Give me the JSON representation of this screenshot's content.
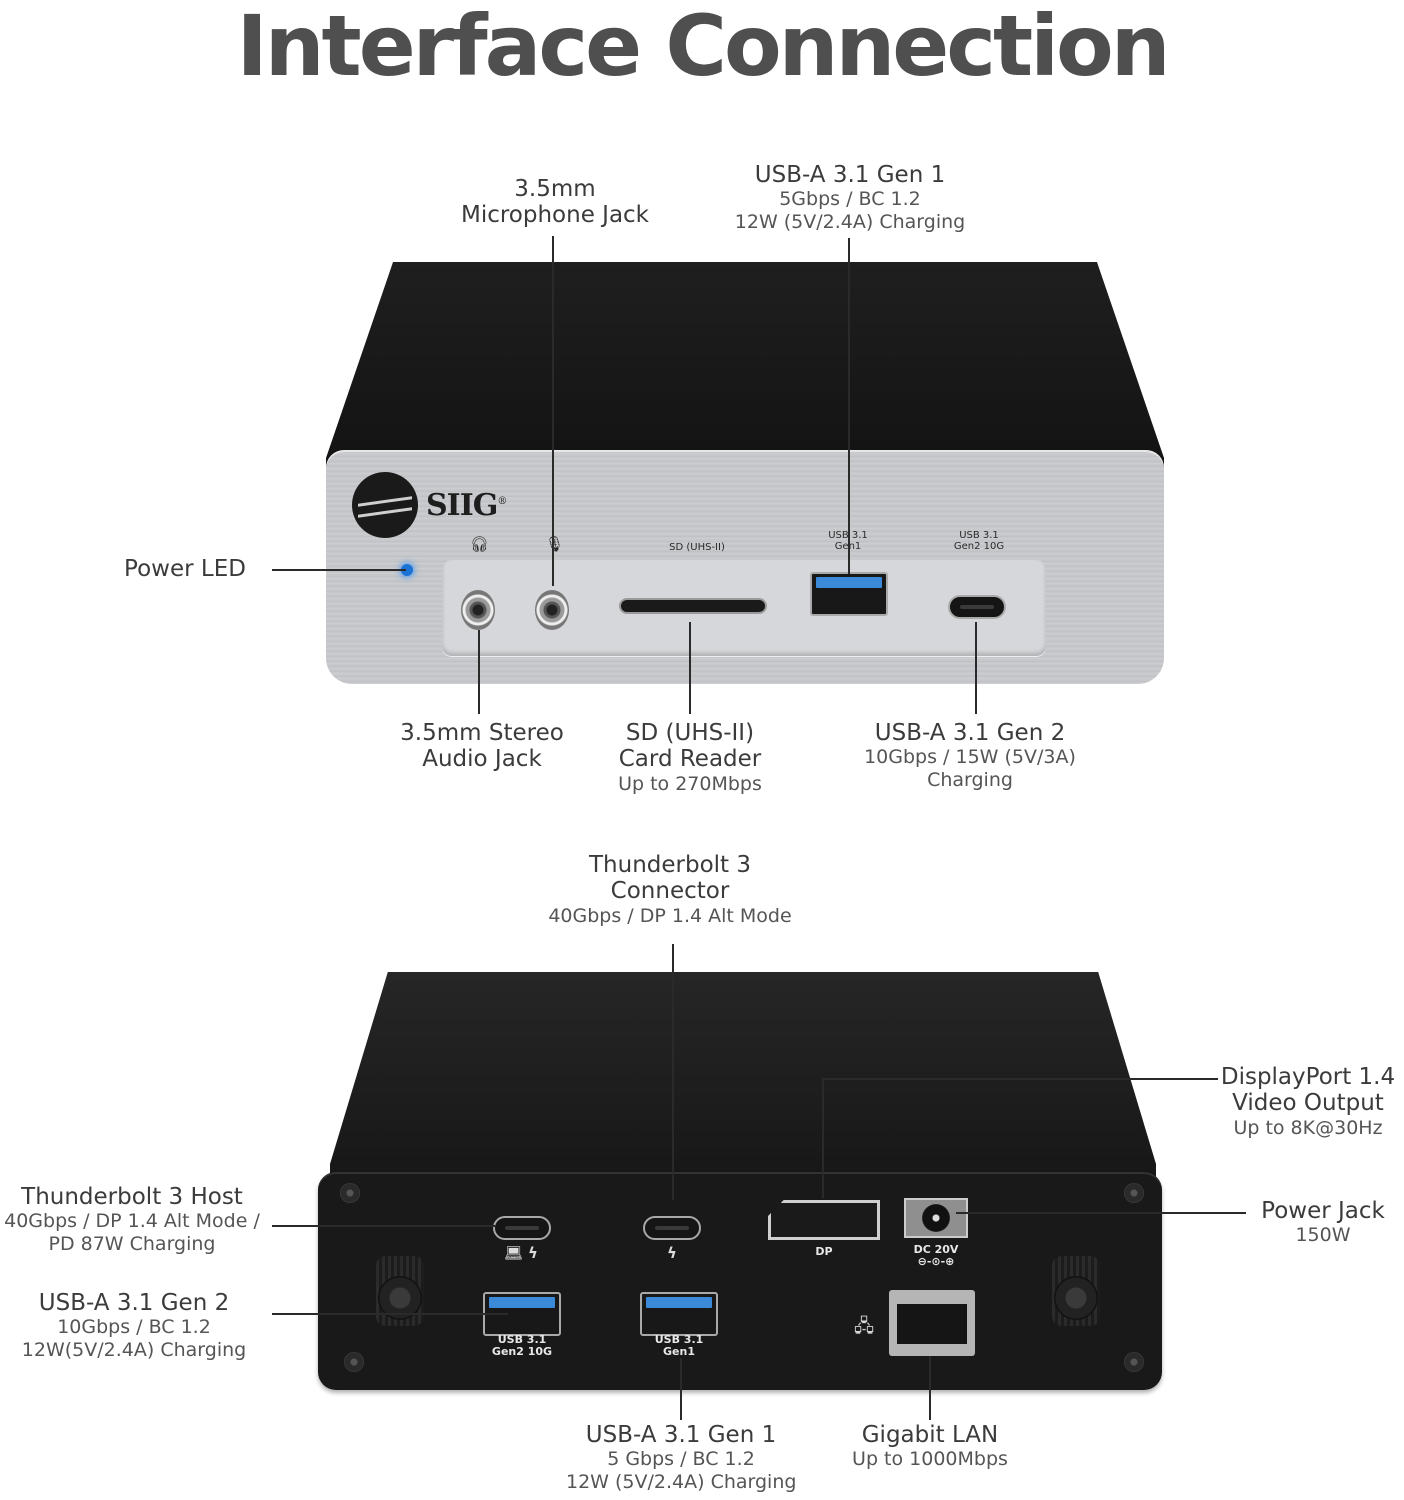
{
  "title": "Interface Connection",
  "front": {
    "brand": "SIIG",
    "brand_mark": "®",
    "panel_labels": {
      "headphone_icon": "headphone-icon",
      "mic_icon": "microphone-icon",
      "sd": "SD (UHS-II)",
      "usb_gen1_line1": "USB 3.1",
      "usb_gen1_line2": "Gen1",
      "usb_gen2_line1": "USB 3.1",
      "usb_gen2_line2": "Gen2 10G"
    },
    "callouts": {
      "power_led": {
        "title": "Power LED"
      },
      "mic_jack": {
        "title_line1": "3.5mm",
        "title_line2": "Microphone Jack"
      },
      "usb_a_gen1": {
        "title": "USB-A 3.1 Gen 1",
        "sub1": "5Gbps / BC 1.2",
        "sub2": "12W (5V/2.4A) Charging"
      },
      "audio_jack": {
        "title_line1": "3.5mm Stereo",
        "title_line2": "Audio Jack"
      },
      "sd_reader": {
        "title_line1": "SD (UHS-II)",
        "title_line2": "Card Reader",
        "sub1": "Up to 270Mbps"
      },
      "usb_gen2": {
        "title": "USB-A 3.1 Gen 2",
        "sub1": "10Gbps / 15W (5V/3A)",
        "sub2": "Charging"
      }
    },
    "led_color": "#1b73d6"
  },
  "rear": {
    "port_labels": {
      "tb_host_icons": "laptop-icon thunderbolt-icon",
      "tb_icon": "thunderbolt-icon",
      "dp": "DP",
      "dc_line1": "DC 20V",
      "dc_line2": "⊖-⊙-⊕",
      "usb_gen2_line1": "USB 3.1",
      "usb_gen2_line2": "Gen2 10G",
      "usb_gen1_line1": "USB 3.1",
      "usb_gen1_line2": "Gen1",
      "lan_icon": "network-icon"
    },
    "callouts": {
      "tb3_connector": {
        "title_line1": "Thunderbolt 3",
        "title_line2": "Connector",
        "sub1": "40Gbps / DP 1.4 Alt Mode"
      },
      "displayport": {
        "title_line1": "DisplayPort 1.4",
        "title_line2": "Video Output",
        "sub1": "Up to 8K@30Hz"
      },
      "tb3_host": {
        "title": "Thunderbolt 3 Host",
        "sub1": "40Gbps / DP 1.4 Alt Mode /",
        "sub2": "PD 87W Charging"
      },
      "power_jack": {
        "title": "Power Jack",
        "sub1": "150W"
      },
      "usb_gen2": {
        "title": "USB-A 3.1 Gen 2",
        "sub1": "10Gbps / BC 1.2",
        "sub2": "12W(5V/2.4A) Charging"
      },
      "usb_gen1": {
        "title": "USB-A 3.1 Gen 1",
        "sub1": "5 Gbps / BC 1.2",
        "sub2": "12W (5V/2.4A) Charging"
      },
      "gigabit_lan": {
        "title": "Gigabit LAN",
        "sub1": "Up to 1000Mbps"
      }
    }
  },
  "colors": {
    "title": "#4f4f50",
    "text": "#3b3b3b",
    "usb_blue": "#3b8ad9",
    "device_black": "#191919",
    "device_silver": "#c9cacd"
  }
}
